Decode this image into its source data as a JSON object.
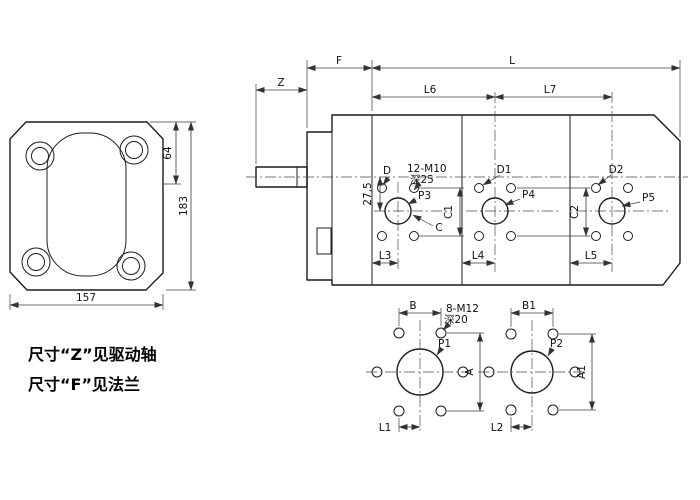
{
  "drawing": {
    "front_view": {
      "dim_width": "157",
      "dim_height": "183",
      "dim_upper": "64"
    },
    "side_view": {
      "dim_z": "Z",
      "dim_f": "F",
      "dim_l": "L",
      "dim_l6": "L6",
      "dim_l7": "L7",
      "dim_l3": "L3",
      "dim_l4": "L4",
      "dim_l5": "L5",
      "dim_offset": "27,5",
      "dim_c": "C",
      "dim_c1": "C1",
      "dim_c2": "C2",
      "label_d": "D",
      "label_d1": "D1",
      "label_d2": "D2",
      "port_p3": "P3",
      "port_p4": "P4",
      "port_p5": "P5",
      "thread_note": "12-M10",
      "thread_depth": "深25"
    },
    "port_view_left": {
      "dim_b": "B",
      "dim_a": "A",
      "dim_l1": "L1",
      "port_p1": "P1",
      "thread_note": "8-M12",
      "thread_depth": "深20"
    },
    "port_view_right": {
      "dim_b1": "B1",
      "dim_a1": "A1",
      "dim_l2": "L2",
      "port_p2": "P2"
    },
    "notes": {
      "line1": "尺寸“Z”见驱动轴",
      "line2": "尺寸“F”见法兰"
    }
  }
}
